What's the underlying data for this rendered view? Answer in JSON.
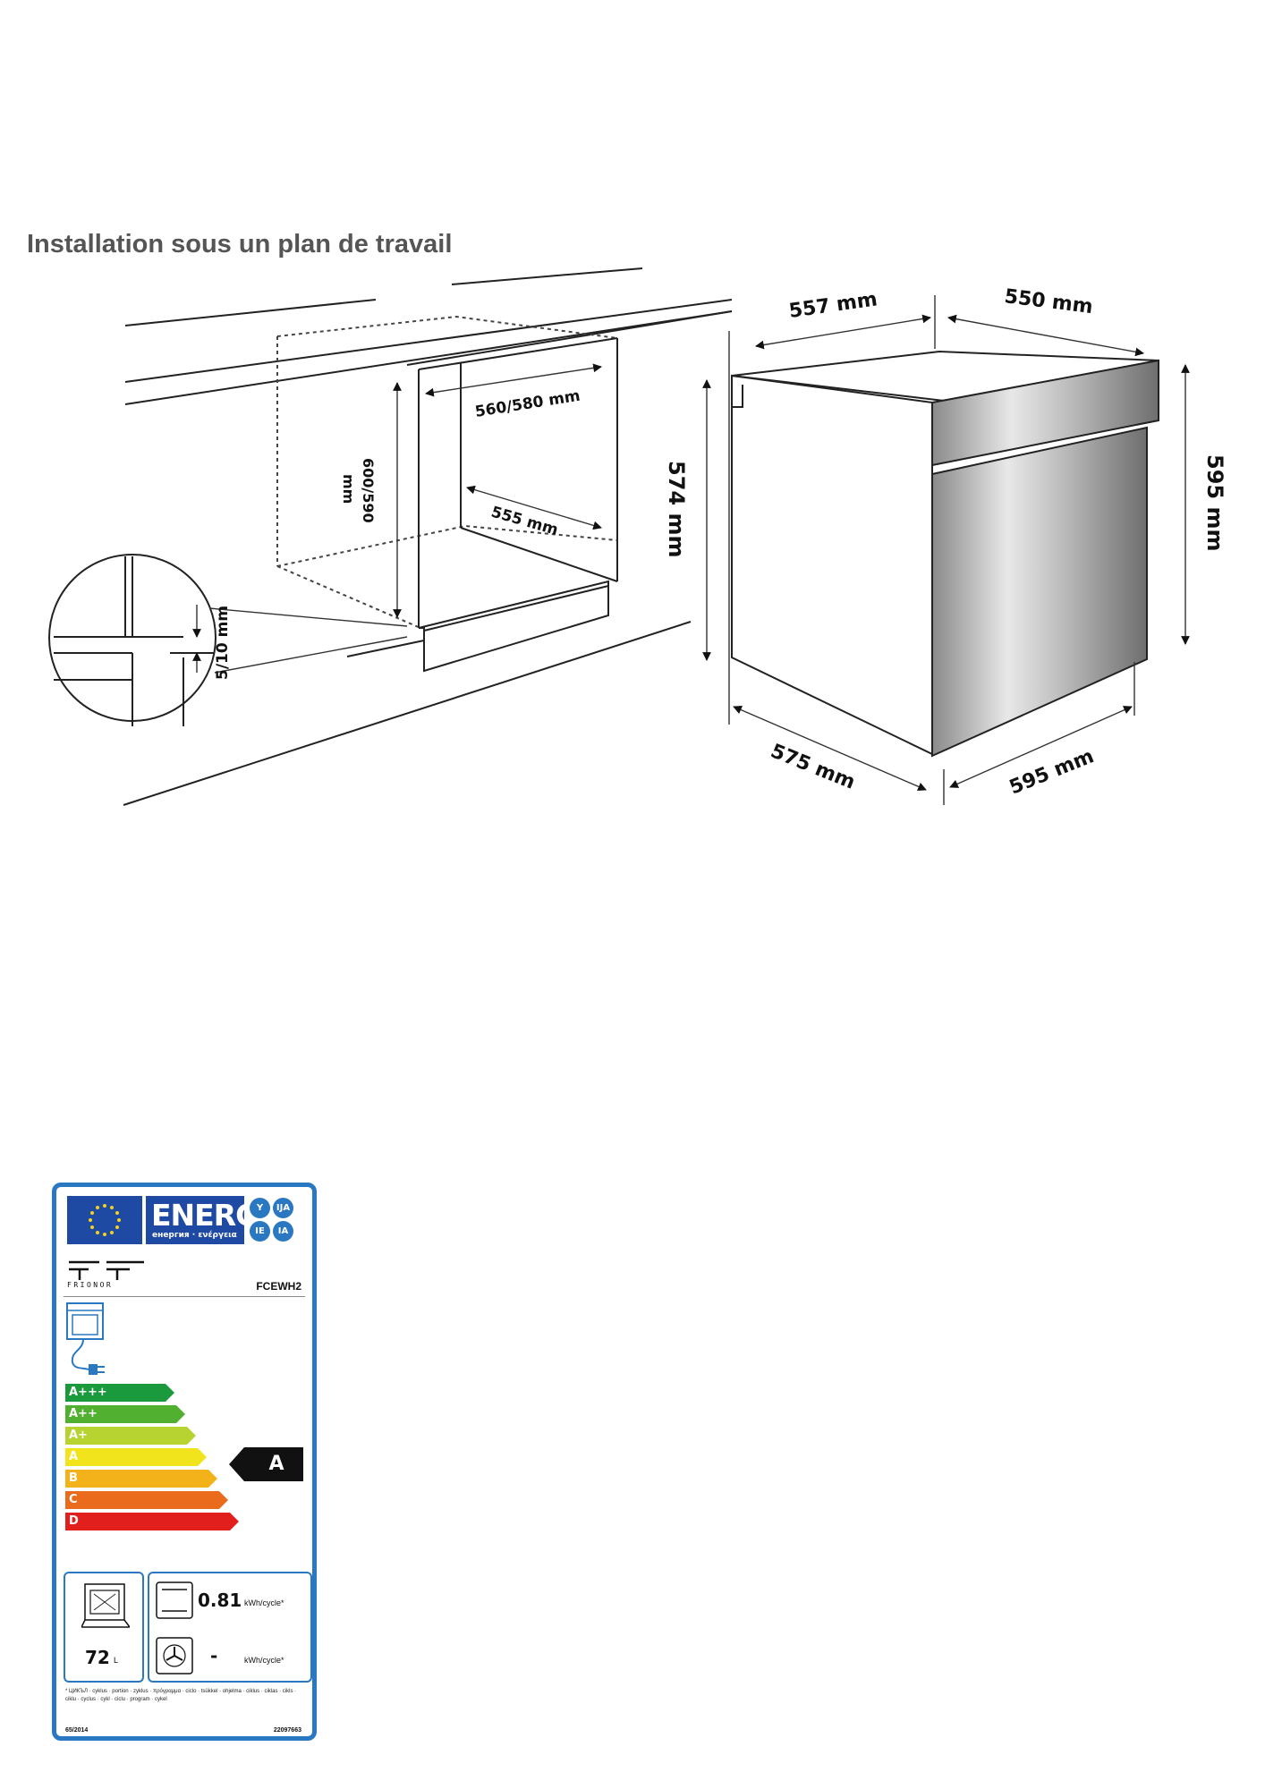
{
  "title": "Installation sous un plan de travail",
  "dimensions": {
    "niche_width": "560/580 mm",
    "niche_height_line1": "600/590",
    "niche_height_line2": "mm",
    "niche_depth": "555 mm",
    "gap": "5/10 mm",
    "top_depth": "557 mm",
    "top_width": "550 mm",
    "body_height": "574 mm",
    "front_height": "595 mm",
    "body_depth": "575 mm",
    "front_width": "595 mm"
  },
  "energy_label": {
    "energ": "ENERG",
    "energ_subtitle": "енергия · ενέργεια",
    "languages": [
      "Y",
      "IJA",
      "IE",
      "IA"
    ],
    "brand": "FRIONOR",
    "model": "FCEWH2",
    "classes": [
      {
        "label": "A+++",
        "color": "#1a9a3c"
      },
      {
        "label": "A++",
        "color": "#52b030"
      },
      {
        "label": "A+",
        "color": "#b7d332"
      },
      {
        "label": "A",
        "color": "#f2e41c"
      },
      {
        "label": "B",
        "color": "#f4b21a"
      },
      {
        "label": "C",
        "color": "#ea6b1c"
      },
      {
        "label": "D",
        "color": "#e1201e"
      }
    ],
    "rating": "A",
    "volume_value": "72",
    "volume_unit": "L",
    "conventional_value": "0.81",
    "conventional_unit": "kWh/cycle*",
    "fan_value": "-",
    "fan_unit": "kWh/cycle*",
    "footnote": "* ЦИКЪЛ · cyklus · portion · zyklus · πρόγραμμα · ciclo · tsükkel · ohjelma · ciklus · ciklas · cikls · ciklu · cyclus · cykl · ciclu · program · cykel",
    "regulation": "65/2014",
    "code": "22097663"
  }
}
